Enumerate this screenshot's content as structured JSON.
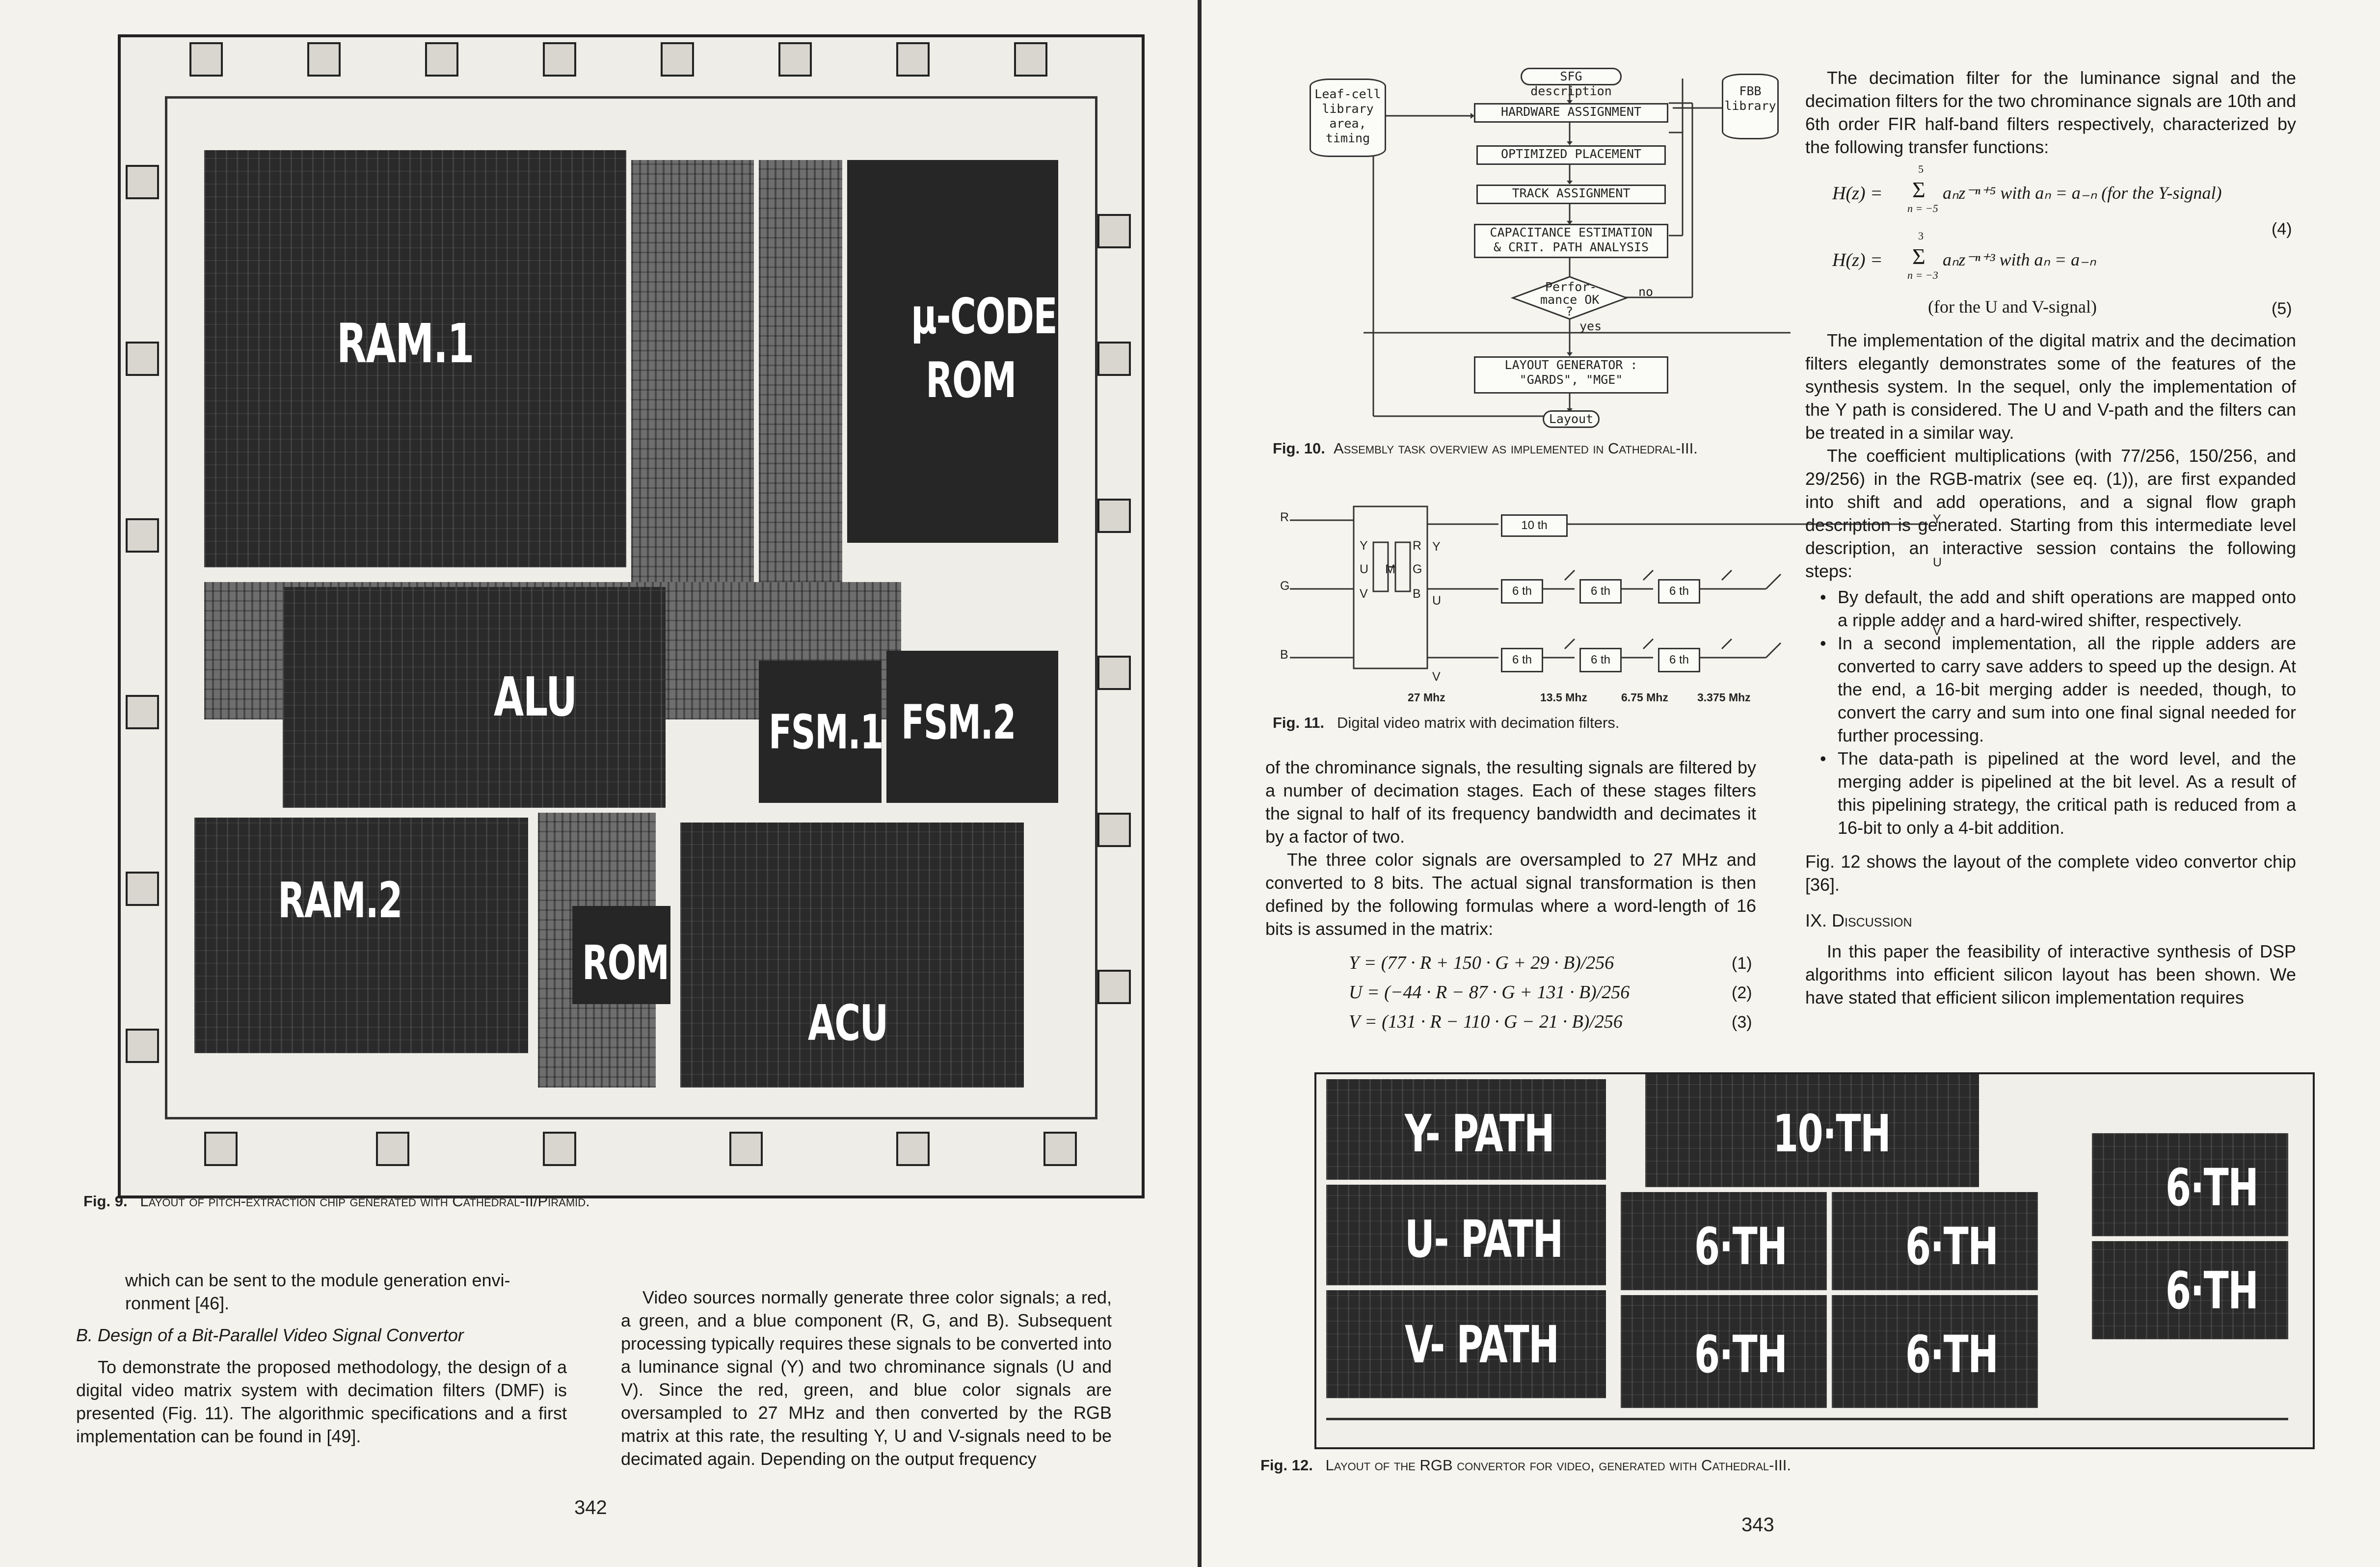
{
  "left_page": {
    "chip_labels": {
      "ram1": "RAM.1",
      "ucode": "µ-CODE",
      "rom_top": "ROM",
      "alu": "ALU",
      "fsm1": "FSM.1",
      "fsm2": "FSM.2",
      "ram2": "RAM.2",
      "rom": "ROM",
      "acu": "ACU"
    },
    "fig9_caption_label": "Fig. 9.",
    "fig9_caption_text": "Layout of pitch-extraction chip generated with Cathedral-II/Piramid.",
    "col1_line1": "which can be sent to the module generation envi-",
    "col1_line2": "ronment [46].",
    "section_heading": "B. Design of a Bit-Parallel Video Signal Convertor",
    "col1_para": "To demonstrate the proposed methodology, the design of a digital video matrix system with decimation filters (DMF) is presented (Fig. 11). The algorithmic specifications and a first implementation can be found in [49].",
    "col2_para": "Video sources normally generate three color signals; a red, a green, and a blue component (R, G, and B). Subsequent processing typically requires these signals to be converted into a luminance signal (Y) and two chrominance signals (U and V). Since the red, green, and blue color signals are oversampled to 27 MHz and then converted by the RGB matrix at this rate, the resulting Y, U and V-signals need to be decimated again. Depending on the output frequency",
    "page_number": "342"
  },
  "right_page": {
    "flowchart": {
      "sfg": "SFG description",
      "leaf_cell": "Leaf-cell library area, timing",
      "fbb": "FBB library",
      "hw_assign": "HARDWARE ASSIGNMENT",
      "placement": "OPTIMIZED PLACEMENT",
      "track": "TRACK ASSIGNMENT",
      "cap_est_1": "CAPACITANCE ESTIMATION",
      "cap_est_2": "& CRIT. PATH ANALYSIS",
      "perf_1": "Perfor-",
      "perf_2": "mance OK",
      "perf_3": "?",
      "no": "no",
      "yes": "yes",
      "layout_gen_1": "LAYOUT GENERATOR :",
      "layout_gen_2": "\"GARDS\", \"MGE\"",
      "layout": "Layout"
    },
    "fig10_caption_label": "Fig. 10.",
    "fig10_caption_text": "Assembly task overview as implemented in Cathedral-III.",
    "dvm": {
      "R": "R",
      "G": "G",
      "B": "B",
      "Y_out": "Y",
      "U_out": "U",
      "V_out": "V",
      "Y_in": "Y",
      "U_in": "U",
      "V_in": "V",
      "matrix_U": "U",
      "matrix_M": "M",
      "matrix_R": "R",
      "matrix_G": "G",
      "matrix_B": "B",
      "matrix_V": "V",
      "matrix_Y": "Y",
      "f10th": "10 th",
      "f6th": "6 th",
      "f27": "27 Mhz",
      "f135": "13.5 Mhz",
      "f675": "6.75 Mhz",
      "f3375": "3.375 Mhz"
    },
    "fig11_caption_label": "Fig. 11.",
    "fig11_caption_text": "Digital video matrix with decimation filters.",
    "col1_para1": "of the chrominance signals, the resulting signals are filtered by a number of decimation stages. Each of these stages filters the signal to half of its frequency bandwidth and decimates it by a factor of two.",
    "col1_para2": "The three color signals are oversampled to 27 MHz and converted to 8 bits. The actual signal transformation is then defined by the following formulas where a word-length of 16 bits is assumed in the matrix:",
    "eq1": "Y = (77 · R + 150 · G + 29 · B)/256",
    "eq1_num": "(1)",
    "eq2": "U = (−44 · R − 87 · G + 131 · B)/256",
    "eq2_num": "(2)",
    "eq3": "V = (131 · R − 110 · G − 21 · B)/256",
    "eq3_num": "(3)",
    "col2_para1": "The decimation filter for the luminance signal and the decimation filters for the two chrominance signals are 10th and 6th order FIR half-band filters respectively, characterized by the following transfer functions:",
    "eq4_lhs": "H(z) =",
    "eq4_sum_top": "5",
    "eq4_sum_bot": "n = −5",
    "eq4_rhs": "aₙz⁻ⁿ⁺⁵ with aₙ = a₋ₙ (for the Y-signal)",
    "eq4_num": "(4)",
    "eq5_lhs": "H(z) =",
    "eq5_sum_top": "3",
    "eq5_sum_bot": "n = −3",
    "eq5_rhs": "aₙz⁻ⁿ⁺³ with aₙ = a₋ₙ",
    "eq5_note": "(for the U and V-signal)",
    "eq5_num": "(5)",
    "sigma": "Σ",
    "col2_para2": "The implementation of the digital matrix and the decimation filters elegantly demonstrates some of the features of the synthesis system. In the sequel, only the implementation of the Y path is considered. The U and V-path and the filters can be treated in a similar way.",
    "col2_para3": "The coefficient multiplications (with 77/256, 150/256, and 29/256) in the RGB-matrix (see eq. (1)), are first expanded into shift and add operations, and a signal flow graph description is generated. Starting from this intermediate level description, an interactive session contains the following steps:",
    "bullets": [
      "By default, the add and shift operations are mapped onto a ripple adder and a hard-wired shifter, respectively.",
      "In a second implementation, all the ripple adders are converted to carry save adders to speed up the design. At the end, a 16-bit merging adder is needed, though, to convert the carry and sum into one final signal needed for further processing.",
      "The data-path is pipelined at the word level, and the merging adder is pipelined at the bit level. As a result of this pipelining strategy, the critical path is reduced from a 16-bit to only a 4-bit addition."
    ],
    "bullet_glyph": "•",
    "col2_para4": "Fig. 12 shows the layout of the complete video convertor chip [36].",
    "section_heading": "IX. Discussion",
    "col2_para5": "In this paper the feasibility of interactive synthesis of DSP algorithms into efficient silicon layout has been shown. We have stated that efficient silicon implementation requires",
    "layout_labels": {
      "ypath": "Y- PATH",
      "upath": "U- PATH",
      "vpath": "V- PATH",
      "tenth": "10·TH",
      "sixth_a": "6·TH",
      "sixth_b": "6·TH",
      "sixth_c": "6·TH",
      "sixth_d": "6·TH",
      "sixth_e": "6·TH",
      "sixth_f": "6·TH"
    },
    "fig12_caption_label": "Fig. 12.",
    "fig12_caption_text": "Layout of the RGB convertor for video, generated with Cathedral-III.",
    "page_number": "343"
  }
}
